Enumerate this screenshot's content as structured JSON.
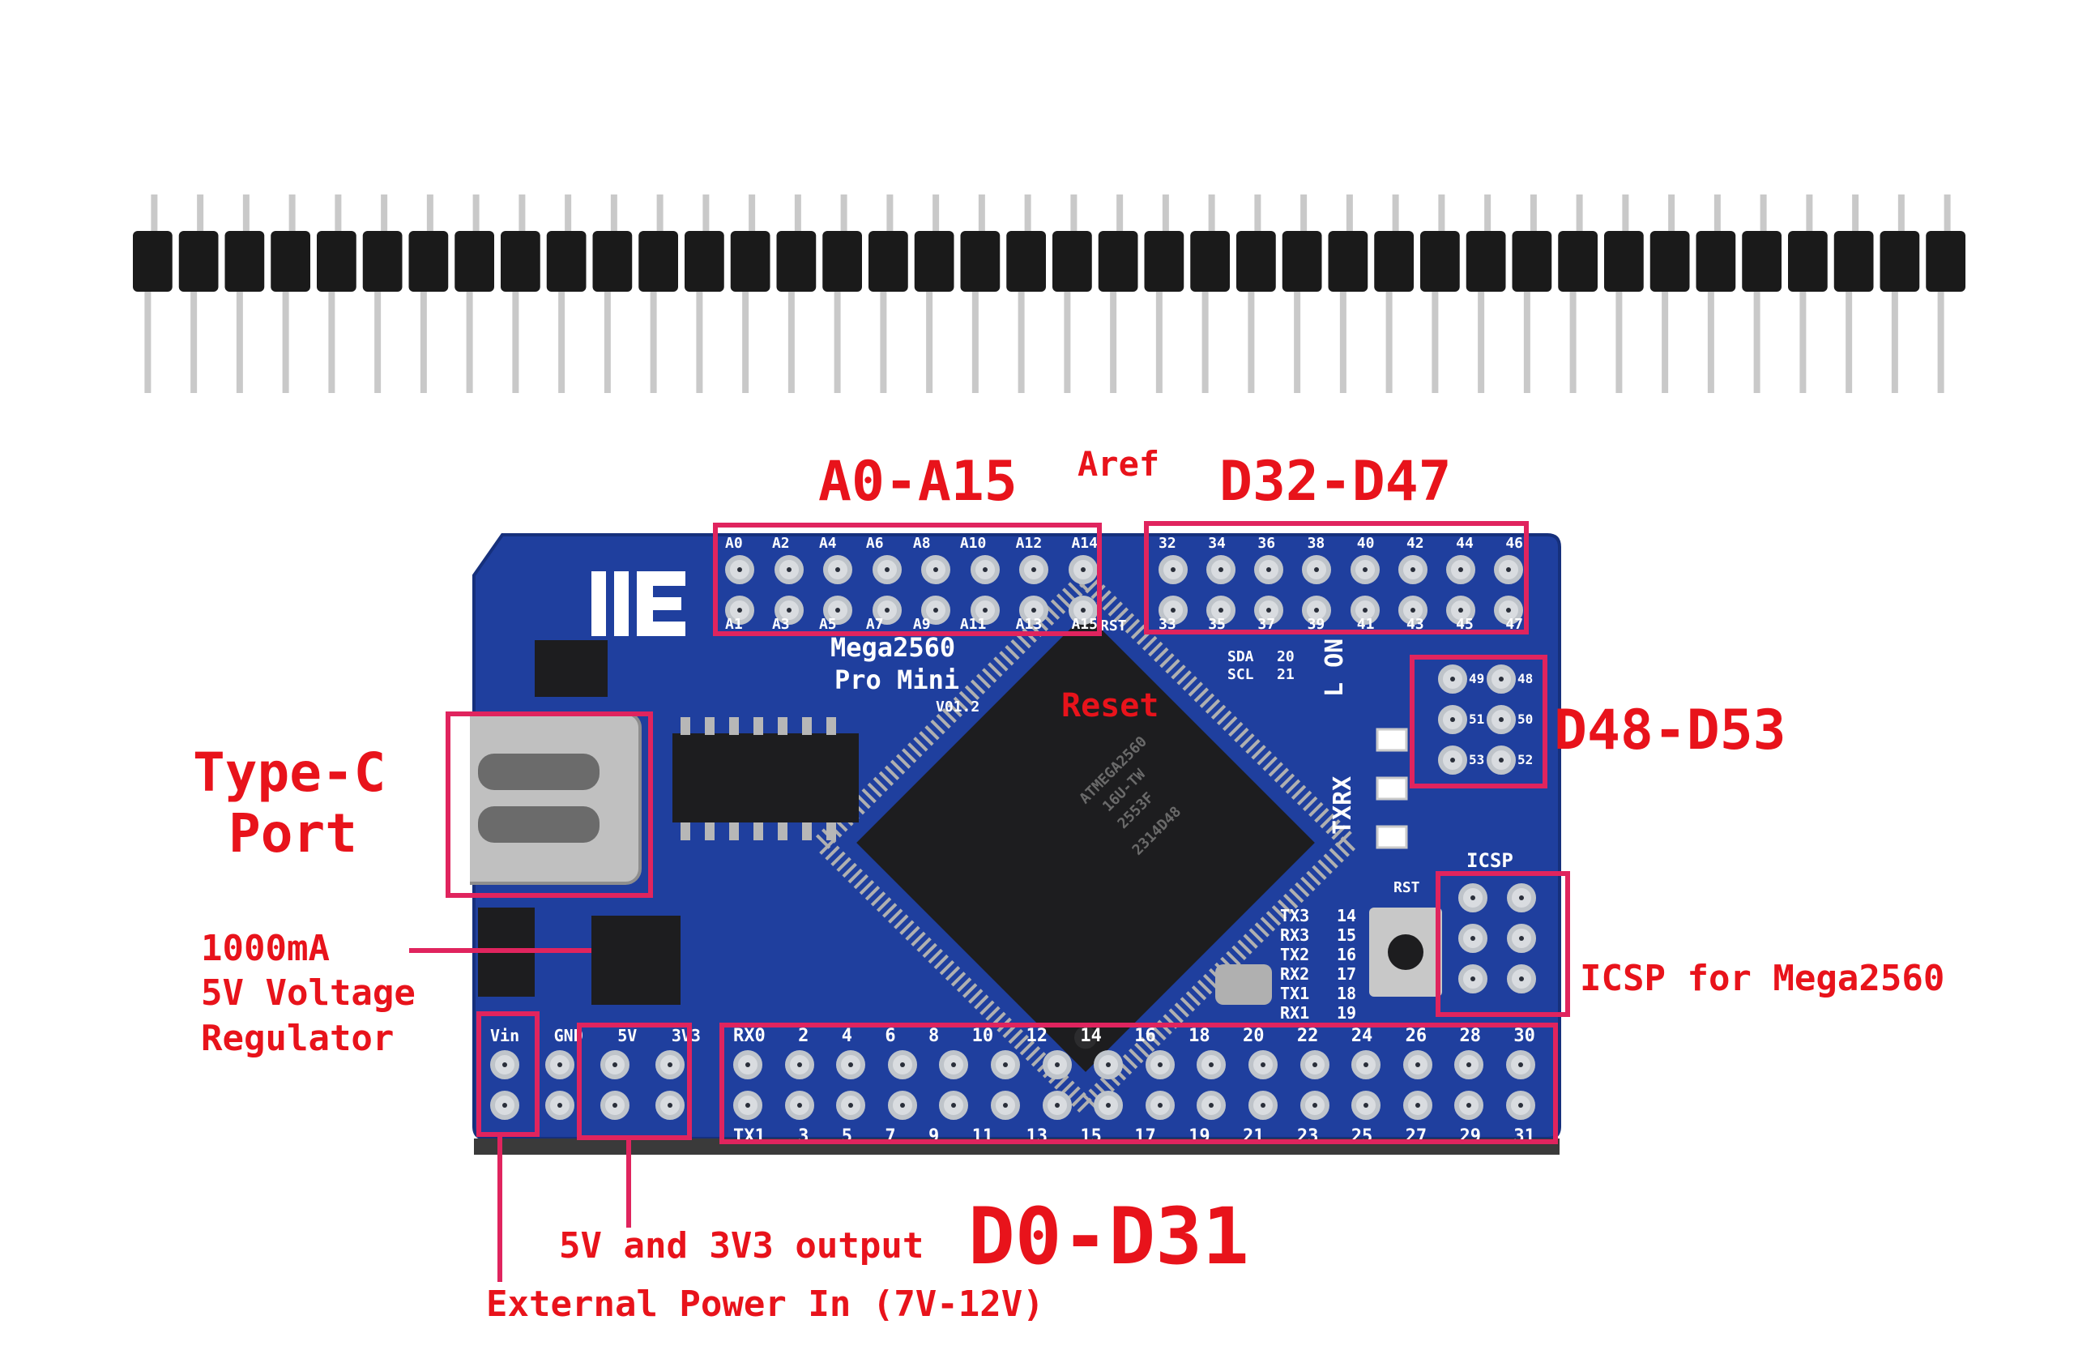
{
  "labels": {
    "analog": "A0-A15",
    "aref": "Aref",
    "digital_mid": "D32-D47",
    "digital_right": "D48-D53",
    "reset": "Reset",
    "typec_line1": "Type-C",
    "typec_line2": "Port",
    "reg_line1": "1000mA",
    "reg_line2": "5V Voltage",
    "reg_line3": "Regulator",
    "icsp": "ICSP for Mega2560",
    "output": "5V and 3V3 output",
    "digital_bottom": "D0-D31",
    "power_in": "External Power In (7V-12V)"
  },
  "silkscreen": {
    "board_name_1": "Mega2560",
    "board_name_2": "Pro Mini",
    "version": "V01.2",
    "a_top": [
      "A0",
      "A2",
      "A4",
      "A6",
      "A8",
      "A10",
      "A12",
      "A14"
    ],
    "a_bottom": [
      "A1",
      "A3",
      "A5",
      "A7",
      "A9",
      "A11",
      "A13",
      "A15"
    ],
    "rst": "RST",
    "d_top": [
      "32",
      "34",
      "36",
      "38",
      "40",
      "42",
      "44",
      "46"
    ],
    "d_bottom": [
      "33",
      "35",
      "37",
      "39",
      "41",
      "43",
      "45",
      "47"
    ],
    "sda": "SDA",
    "scl": "SCL",
    "n20": "20",
    "n21": "21",
    "right_col_a": [
      "49",
      "51",
      "53"
    ],
    "right_col_b": [
      "48",
      "50",
      "52"
    ],
    "led_on": "L ON",
    "txrx": "TXRX",
    "icsp": "ICSP",
    "rst2": "RST",
    "serial_labels": [
      "TX3",
      "RX3",
      "TX2",
      "RX2",
      "TX1",
      "RX1"
    ],
    "serial_nums": [
      "14",
      "15",
      "16",
      "17",
      "18",
      "19"
    ],
    "power_labels": [
      "Vin",
      "GND",
      "5V",
      "3V3"
    ],
    "bottom_top": [
      "RX0",
      "2",
      "4",
      "6",
      "8",
      "10",
      "12",
      "14",
      "16",
      "18",
      "20",
      "22",
      "24",
      "26",
      "28",
      "30"
    ],
    "bottom_bottom": [
      "TX1",
      "3",
      "5",
      "7",
      "9",
      "11",
      "13",
      "15",
      "17",
      "19",
      "21",
      "23",
      "25",
      "27",
      "29",
      "31"
    ],
    "chip_text": [
      "ATMEGA2560",
      "16U-TW",
      "2553F",
      "2314D48"
    ]
  },
  "colors": {
    "pcb": "#1f3f9e",
    "annotation": "#e8131b",
    "highlight_box": "#e0245e",
    "header_plastic": "#1a1a1a",
    "pin_metal": "#c9c9c9"
  }
}
